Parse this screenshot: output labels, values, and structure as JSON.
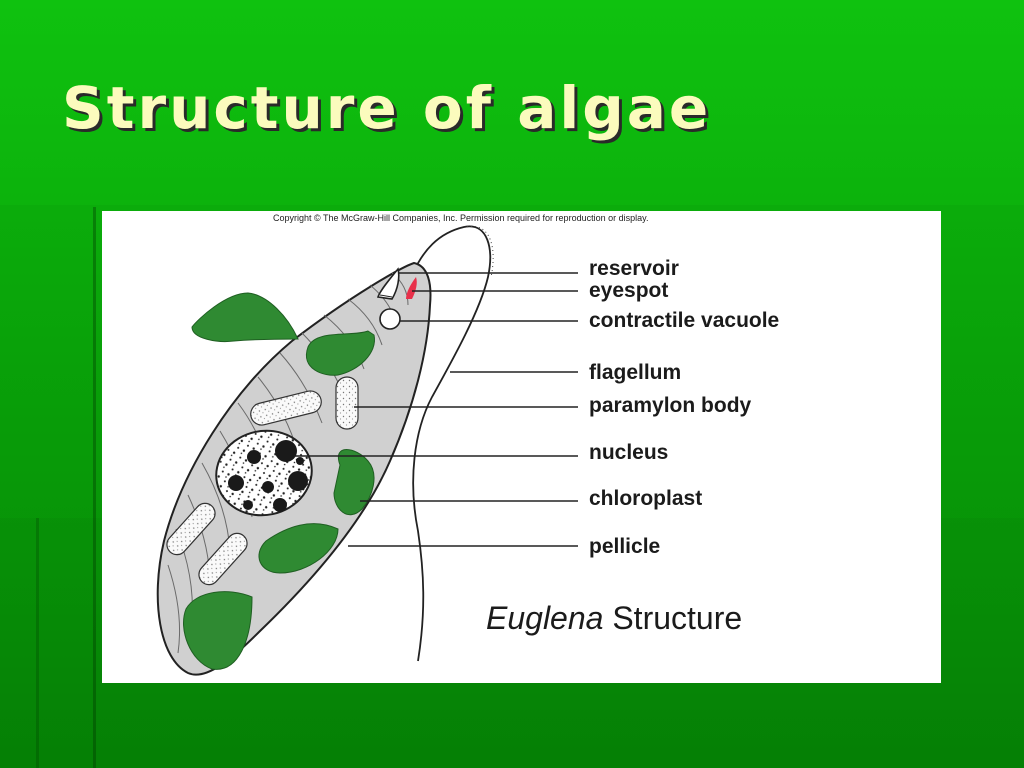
{
  "slide": {
    "title": "Structure of algae"
  },
  "figure": {
    "copyright": "Copyright © The McGraw-Hill Companies, Inc. Permission required for reproduction or display.",
    "labels": {
      "reservoir": "reservoir",
      "eyespot": "eyespot",
      "contractile_vacuole": "contractile vacuole",
      "flagellum": "flagellum",
      "paramylon_body": "paramylon body",
      "nucleus": "nucleus",
      "chloroplast": "chloroplast",
      "pellicle": "pellicle"
    },
    "caption": {
      "genus": "Euglena",
      "rest": " Structure"
    }
  },
  "colors": {
    "background": "#0cb80c",
    "title_text": "#fbfbbd",
    "cell_body": "#d0d0d0",
    "chloroplast": "#2f8a32",
    "eyespot": "#e8304a"
  }
}
